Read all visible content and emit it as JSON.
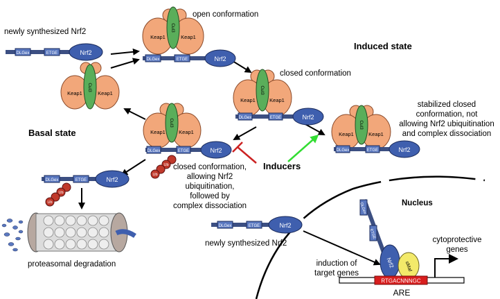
{
  "labels": {
    "newly_synth_top": "newly synthesized Nrf2",
    "open_conf": "open conformation",
    "induced_state": "Induced state",
    "closed_conf": "closed conformation",
    "stabilized_l1": "stabilized closed",
    "stabilized_l2": "conformation, not",
    "stabilized_l3": "allowing Nrf2 ubiquitination",
    "stabilized_l4": "and complex dissociation",
    "basal_state": "Basal state",
    "inducers": "Inducers",
    "closed_allow_l1": "closed conformation,",
    "closed_allow_l2": "allowing Nrf2",
    "closed_allow_l3": "ubiquitination,",
    "closed_allow_l4": "followed by",
    "closed_allow_l5": "complex dissociation",
    "proteasomal": "proteasomal degradation",
    "nucleus": "Nucleus",
    "newly_synth_bottom": "newly synthesized Nrf2",
    "induction_l1": "induction of",
    "induction_l2": "target genes",
    "cytoprotective_l1": "cytoprotective",
    "cytoprotective_l2": "genes",
    "are_label": "ARE"
  },
  "molecule_labels": {
    "keap1": "Keap1",
    "cul3": "Cul3",
    "nrf2": "Nrf2",
    "dlgex": "DLGex",
    "etge": "ETGE",
    "ub": "Ub",
    "smaf": "sMaf",
    "are_seq": "RTGACNNNGC"
  },
  "colors": {
    "keap1": "#f2a77a",
    "keap1_stroke": "#8a4a2a",
    "cul3": "#5aae5a",
    "nrf2": "#3f5fae",
    "nrf2_tail": "#5a78c0",
    "ub": "#c0392b",
    "smaf": "#f3ea6a",
    "are_box": "#d81e1e",
    "inducer_green": "#33dd33",
    "inducer_red": "#cc2222",
    "proteasome_light": "#dcdcdc",
    "proteasome_dark": "#b7a8a0"
  }
}
